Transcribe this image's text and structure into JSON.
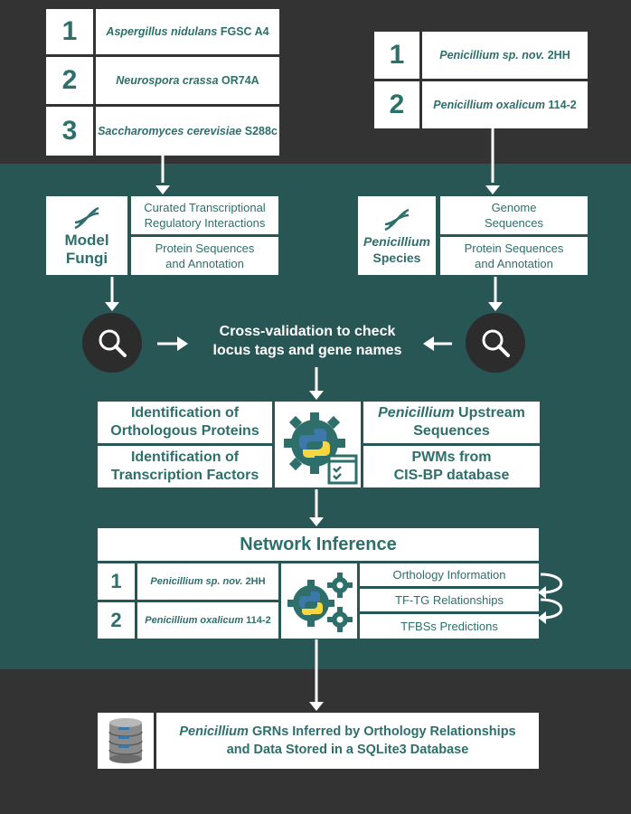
{
  "model_fungi": {
    "organisms": [
      {
        "num": "1",
        "italic": "Aspergillus nidulans",
        "strain": "FGSC A4"
      },
      {
        "num": "2",
        "italic": "Neurospora crassa",
        "strain": "OR74A"
      },
      {
        "num": "3",
        "italic": "Saccharomyces cerevisiae",
        "strain": "S288c"
      }
    ],
    "label_line1": "Model",
    "label_line2": "Fungi",
    "data1_line1": "Curated Transcriptional",
    "data1_line2": "Regulatory Interactions",
    "data2_line1": "Protein Sequences",
    "data2_line2": "and Annotation"
  },
  "penicillium": {
    "organisms": [
      {
        "num": "1",
        "italic": "Penicillium sp. nov.",
        "strain": "2HH"
      },
      {
        "num": "2",
        "italic": "Penicillium oxalicum",
        "strain": "114-2"
      }
    ],
    "label_line1": "Penicillium",
    "label_line2": "Species",
    "data1_line1": "Genome",
    "data1_line2": "Sequences",
    "data2_line1": "Protein Sequences",
    "data2_line2": "and Annotation"
  },
  "cross_validation": {
    "line1": "Cross-validation to check",
    "line2": "locus tags and gene names"
  },
  "processing": {
    "orthologs_line1": "Identification of",
    "orthologs_line2": "Orthologous Proteins",
    "tf_line1": "Identification of",
    "tf_line2": "Transcription Factors",
    "upstream_italic": "Penicillium",
    "upstream_rest": "Upstream",
    "upstream_line2": "Sequences",
    "pwm_line1": "PWMs from",
    "pwm_line2": "CIS-BP database"
  },
  "network": {
    "title": "Network Inference",
    "targets": [
      {
        "num": "1",
        "italic": "Penicillium sp. nov.",
        "strain": "2HH"
      },
      {
        "num": "2",
        "italic": "Penicillium oxalicum",
        "strain": "114-2"
      }
    ],
    "evidence": [
      "Orthology Information",
      "TF-TG Relationships",
      "TFBSs Predictions"
    ]
  },
  "output": {
    "italic": "Penicillium",
    "rest": "GRNs Inferred by Orthology Relationships",
    "line2": "and Data Stored in a SQLite3 Database"
  },
  "colors": {
    "background": "#333333",
    "band": "#275655",
    "teal_text": "#2e6f6c",
    "python_blue": "#3c78aa",
    "python_yellow": "#f7d640"
  }
}
